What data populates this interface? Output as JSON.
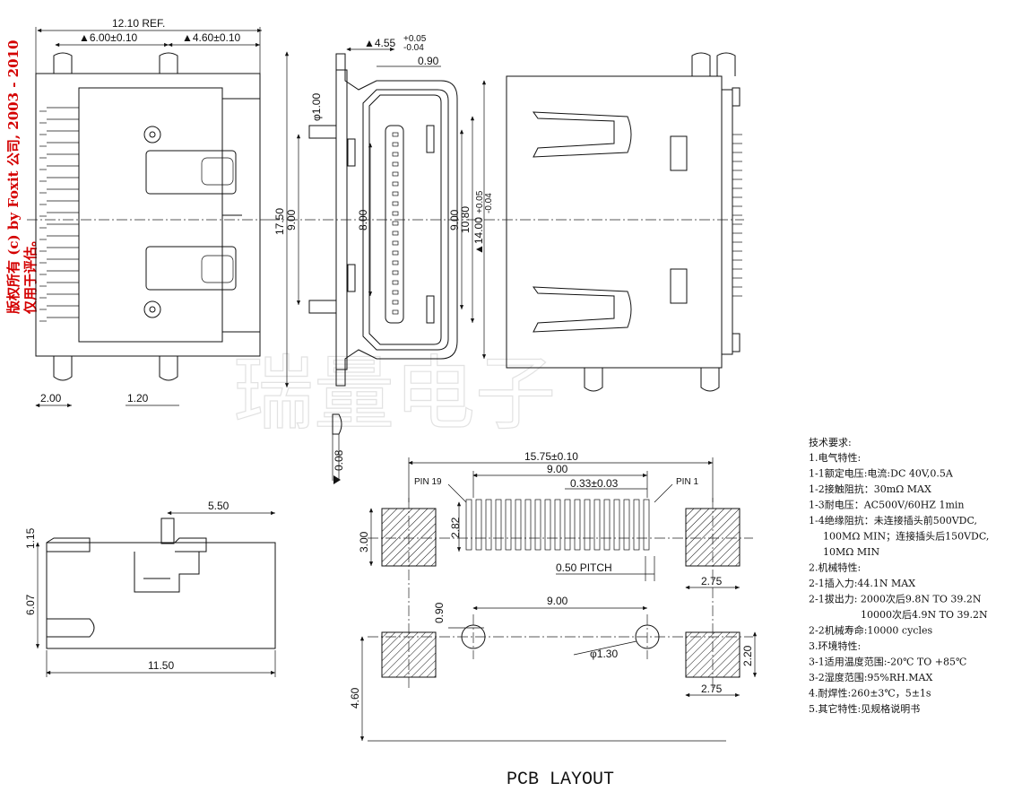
{
  "watermark": {
    "line1": "版权所有 (c) by Foxit 公司, 2003 - 2010",
    "line2": "仅用于评估。"
  },
  "background_watermark": "瑞量电子",
  "dimensions": {
    "top_view": {
      "overall_ref": "12.10 REF.",
      "left_span": "▲6.00±0.10",
      "right_span": "▲4.60±0.10",
      "bottom_left": "2.00",
      "bottom_mid": "1.20"
    },
    "front_view": {
      "shell_width": "▲4.55",
      "shell_width_tol_upper": "+0.05",
      "shell_width_tol_lower": "-0.04",
      "offset": "0.90",
      "hole_dia": "φ1.00",
      "overall_height": "17.50",
      "inner_height": "9.00",
      "contact_span": "8.00",
      "pin_span": "9.00",
      "opening": "10.80",
      "shell_height": "▲14.00",
      "shell_height_tol_upper": "+0.05",
      "shell_height_tol_lower": "-0.04",
      "thickness": "0.08"
    },
    "side_view": {
      "post_len": "5.50",
      "post_height": "1.15",
      "body_height": "6.07",
      "body_len": "11.50"
    },
    "pcb": {
      "total_width": "15.75±0.10",
      "pin_span": "9.00",
      "pad_width": "0.33±0.03",
      "pin19": "PIN 19",
      "pin1": "PIN 1",
      "pad_length": "2.82",
      "shell_pad_height": "3.00",
      "pitch": "0.50 PITCH",
      "shell_pad_width_top": "2.75",
      "hole_offset": "0.90",
      "hole_span": "9.00",
      "hole_dia": "φ1.30",
      "bottom_pad_height": "2.20",
      "shell_pad_width_bottom": "2.75",
      "edge_distance": "4.60"
    }
  },
  "pcb_title": "PCB LAYOUT",
  "tech_requirements": {
    "heading": "技术要求:",
    "lines": [
      "1.电气特性:",
      "1-1额定电压:电流:DC 40V,0.5A",
      "1-2接触阻抗：30mΩ MAX",
      "1-3耐电压：AC500V/60HZ 1min",
      "1-4绝缘阻抗：未连接插头前500VDC,",
      "100MΩ MIN；连接插头后150VDC,",
      "10MΩ MIN",
      "2.机械特性:",
      "2-1插入力:44.1N MAX",
      "2-1拔出力: 2000次后9.8N TO 39.2N",
      "10000次后4.9N TO 39.2N",
      "2-2机械寿命:10000 cycles",
      "3.环境特性:",
      "3-1适用温度范围:-20℃ TO +85℃",
      "3-2湿度范围:95%RH.MAX",
      "4.耐焊性:260±3℃，5±1s",
      "5.其它特性:见规格说明书"
    ]
  }
}
